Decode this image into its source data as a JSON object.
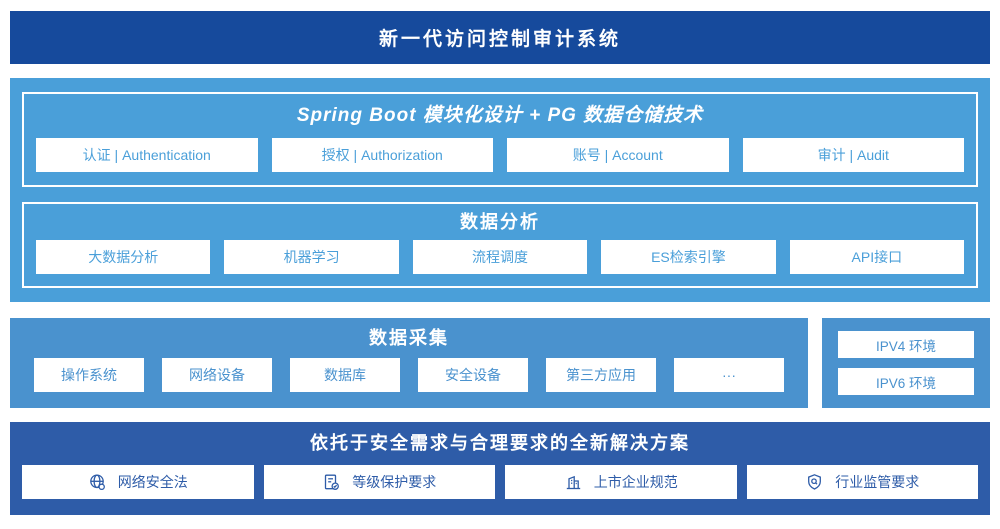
{
  "banner": {
    "title": "新一代访问控制审计系统"
  },
  "platform": {
    "modules": {
      "title": "Spring Boot 模块化设计 + PG 数据仓储技术",
      "items": [
        "认证 | Authentication",
        "授权 | Authorization",
        "账号 | Account",
        "审计 | Audit"
      ]
    },
    "analysis": {
      "title": "数据分析",
      "items": [
        "大数据分析",
        "机器学习",
        "流程调度",
        "ES检索引擎",
        "API接口"
      ]
    }
  },
  "collection": {
    "title": "数据采集",
    "items": [
      "操作系统",
      "网络设备",
      "数据库",
      "安全设备",
      "第三方应用",
      "···"
    ]
  },
  "environments": {
    "items": [
      "IPV4 环境",
      "IPV6 环境"
    ]
  },
  "solution": {
    "title": "依托于安全需求与合理要求的全新解决方案",
    "items": [
      {
        "icon": "globe-icon",
        "label": "网络安全法"
      },
      {
        "icon": "document-check-icon",
        "label": "等级保护要求"
      },
      {
        "icon": "building-icon",
        "label": "上市企业规范"
      },
      {
        "icon": "shield-search-icon",
        "label": "行业监管要求"
      }
    ]
  },
  "colors": {
    "banner_bg": "#164A9C",
    "platform_bg": "#4A9FD9",
    "collection_bg": "#4A92CE",
    "solution_bg": "#2E5CA8",
    "box_bg": "#FFFFFF"
  }
}
